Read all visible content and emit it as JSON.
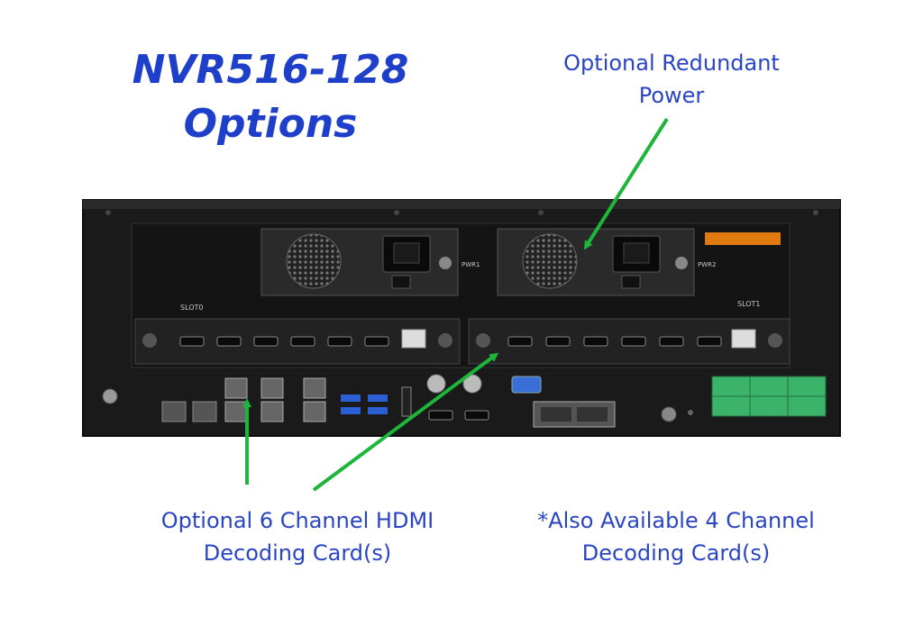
{
  "title": {
    "line1": "NVR516-128",
    "line2": "Options"
  },
  "callouts": {
    "power": {
      "line1": "Optional Redundant",
      "line2": "Power"
    },
    "hdmi_card": {
      "line1": "Optional 6 Channel HDMI",
      "line2": "Decoding Card(s)"
    },
    "also_available": {
      "line1": "*Also Available 4 Channel",
      "line2": "Decoding Card(s)"
    }
  },
  "device": {
    "slot_left": "SLOT0",
    "slot_right": "SLOT1",
    "psu_left_label": "PWR1",
    "psu_right_label": "PWR2"
  },
  "colors": {
    "title": "#1d3fc9",
    "callout_text": "#2a45c4",
    "arrow": "#1db53a",
    "chassis": "#1a1a1a",
    "terminal_block": "#3bb36a",
    "warning_label": "#e07a10"
  }
}
